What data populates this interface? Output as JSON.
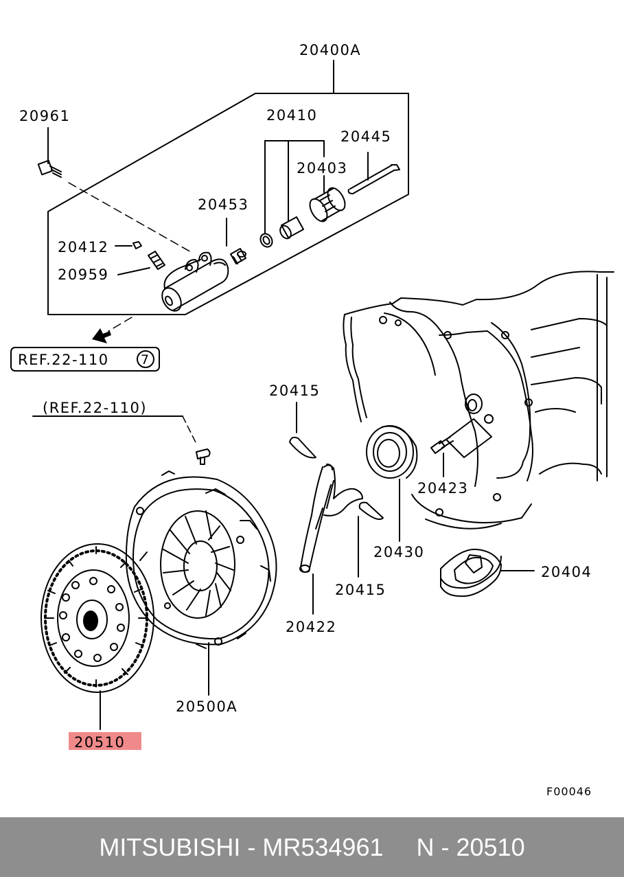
{
  "diagram": {
    "labels": {
      "p20400A": "20400A",
      "p20961": "20961",
      "p20410": "20410",
      "p20445": "20445",
      "p20403": "20403",
      "p20453": "20453",
      "p20412": "20412",
      "p20959": "20959",
      "ref_boxed": "REF.22-110",
      "ref_circle": "7",
      "ref_paren": "(REF.22-110)",
      "p20415_top": "20415",
      "p20423": "20423",
      "p20430": "20430",
      "p20404": "20404",
      "p20415_bottom": "20415",
      "p20422": "20422",
      "p20500A": "20500A",
      "p20510": "20510",
      "figure_code": "F00046"
    },
    "highlight_color": "#f08a8a"
  },
  "footer": {
    "brand_part": "MITSUBISHI - MR534961",
    "ref": "N - 20510",
    "bg_color": "#8e8e8e"
  }
}
